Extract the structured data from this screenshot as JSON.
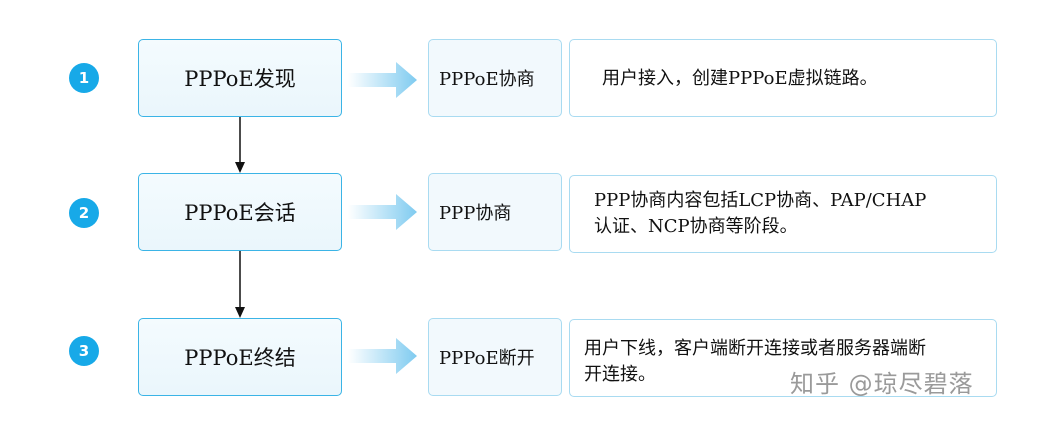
{
  "colors": {
    "badge": "#17a9e8",
    "phase_border": "#3bb4e6",
    "box_border": "#a9dbf1",
    "arrow": "#8fd1f0"
  },
  "steps": [
    {
      "number": "1",
      "phase": "PPPoE发现",
      "stage": "PPPoE协商",
      "description": "用户接入，创建PPPoE虚拟链路。"
    },
    {
      "number": "2",
      "phase": "PPPoE会话",
      "stage": "PPP协商",
      "description": "PPP协商内容包括LCP协商、PAP/CHAP\n认证、NCP协商等阶段。"
    },
    {
      "number": "3",
      "phase": "PPPoE终结",
      "stage": "PPPoE断开",
      "description": "用户下线，客户端断开连接或者服务器端断\n开连接。"
    }
  ],
  "watermark": "知乎 @琼尽碧落"
}
